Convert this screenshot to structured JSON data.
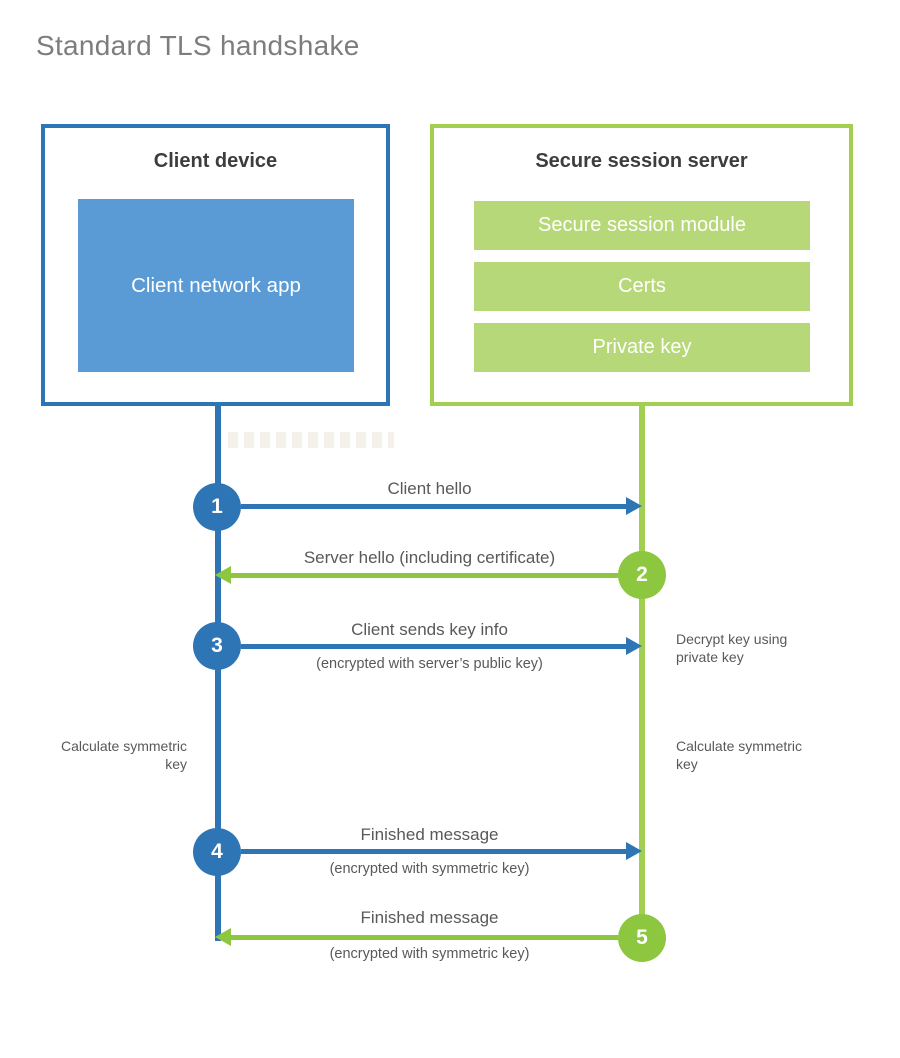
{
  "title": "Standard TLS handshake",
  "client": {
    "title": "Client device",
    "app_label": "Client network app"
  },
  "server": {
    "title": "Secure session server",
    "modules": [
      "Secure session module",
      "Certs",
      "Private key"
    ]
  },
  "steps": [
    {
      "number": "1",
      "label": "Client hello"
    },
    {
      "number": "2",
      "label": "Server hello (including certificate)"
    },
    {
      "number": "3",
      "label": "Client sends key info",
      "sublabel": "(encrypted with server’s public key)"
    },
    {
      "number": "4",
      "label": "Finished message",
      "sublabel": "(encrypted with symmetric key)"
    },
    {
      "number": "5",
      "label": "Finished message",
      "sublabel": "(encrypted with symmetric key)"
    }
  ],
  "notes": {
    "decrypt": "Decrypt key using private key",
    "calc_client": "Calculate symmetric key",
    "calc_server": "Calculate symmetric key"
  },
  "colors": {
    "client_blue": "#2e75b6",
    "client_fill_blue": "#5b9bd5",
    "server_green": "#8dc63f",
    "server_border_green": "#a2ce51",
    "server_fill_green": "#b7d878",
    "text_gray": "#595959"
  }
}
